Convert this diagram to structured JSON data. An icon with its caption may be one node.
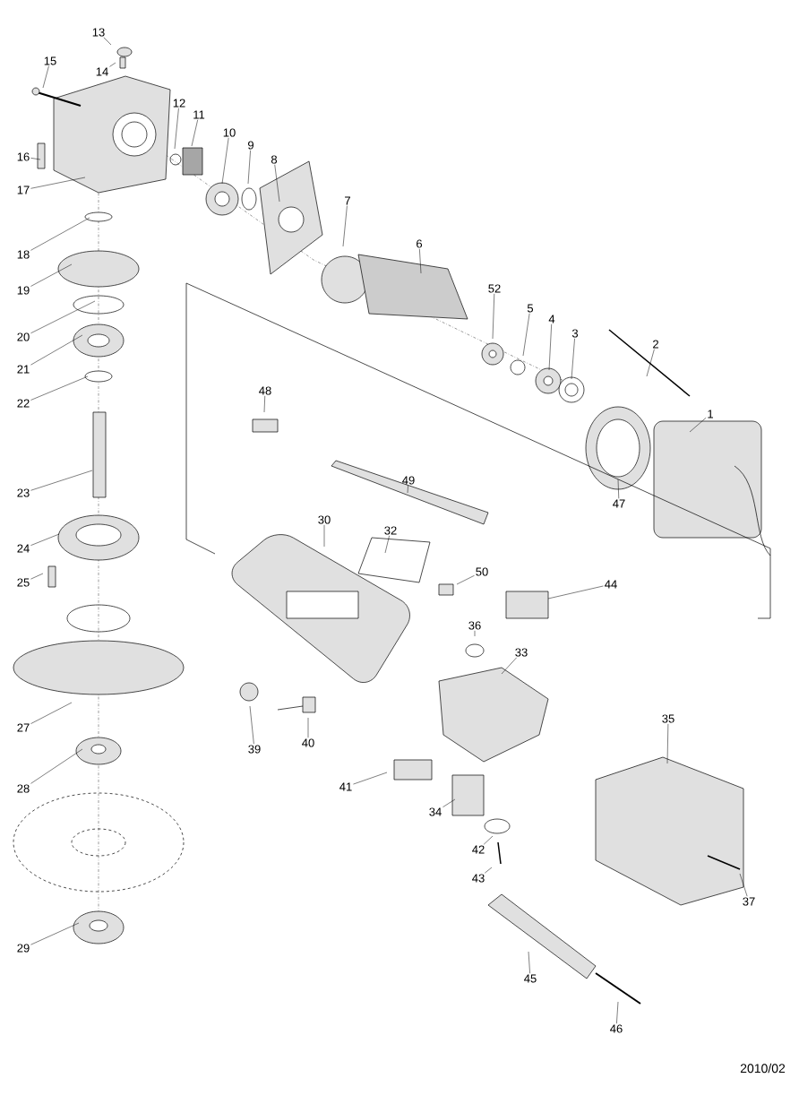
{
  "diagram": {
    "nodes": [
      {
        "text": [
          "13"
        ]
      },
      {
        "text": [
          "14"
        ]
      },
      {
        "text": [
          "15"
        ]
      },
      {
        "text": [
          "12"
        ]
      },
      {
        "text": [
          "11"
        ]
      },
      {
        "text": [
          "10"
        ]
      },
      {
        "text": [
          "9"
        ]
      },
      {
        "text": [
          "8"
        ]
      },
      {
        "text": [
          "7"
        ]
      },
      {
        "text": [
          "6"
        ]
      },
      {
        "text": [
          "52"
        ]
      },
      {
        "text": [
          "5"
        ]
      },
      {
        "text": [
          "4"
        ]
      },
      {
        "text": [
          "3"
        ]
      },
      {
        "text": [
          "2"
        ]
      },
      {
        "text": [
          "1"
        ]
      },
      {
        "text": [
          "47"
        ]
      },
      {
        "text": [
          "16"
        ]
      },
      {
        "text": [
          "17"
        ]
      },
      {
        "text": [
          "18"
        ]
      },
      {
        "text": [
          "19"
        ]
      },
      {
        "text": [
          "20"
        ]
      },
      {
        "text": [
          "21"
        ]
      },
      {
        "text": [
          "22"
        ]
      },
      {
        "text": [
          "23"
        ]
      },
      {
        "text": [
          "24"
        ]
      },
      {
        "text": [
          "25"
        ]
      },
      {
        "text": [
          "27"
        ]
      },
      {
        "text": [
          "28"
        ]
      },
      {
        "text": [
          "29"
        ]
      },
      {
        "text": [
          "48"
        ]
      },
      {
        "text": [
          "49"
        ]
      },
      {
        "text": [
          "30"
        ]
      },
      {
        "text": [
          "32"
        ]
      },
      {
        "text": [
          "50"
        ]
      },
      {
        "text": [
          "44"
        ]
      },
      {
        "text": [
          "36"
        ]
      },
      {
        "text": [
          "33"
        ]
      },
      {
        "text": [
          "35"
        ]
      },
      {
        "text": [
          "37"
        ]
      },
      {
        "text": [
          "39"
        ]
      },
      {
        "text": [
          "40"
        ]
      },
      {
        "text": [
          "41"
        ]
      },
      {
        "text": [
          "34"
        ]
      },
      {
        "text": [
          "42"
        ]
      },
      {
        "text": [
          "43"
        ]
      },
      {
        "text": [
          "45"
        ]
      },
      {
        "text": [
          "46"
        ]
      }
    ],
    "edges": [
      {
        "from": 0,
        "to": null,
        "arrow": "none"
      },
      {
        "from": 1,
        "to": null,
        "arrow": "none"
      },
      {
        "from": 2,
        "to": null,
        "arrow": "none"
      },
      {
        "from": 3,
        "to": null,
        "arrow": "none"
      },
      {
        "from": 4,
        "to": null,
        "arrow": "none"
      },
      {
        "from": 5,
        "to": null,
        "arrow": "none"
      },
      {
        "from": 6,
        "to": null,
        "arrow": "none"
      },
      {
        "from": 7,
        "to": null,
        "arrow": "none"
      },
      {
        "from": 8,
        "to": null,
        "arrow": "none"
      },
      {
        "from": 9,
        "to": null,
        "arrow": "none"
      },
      {
        "from": 10,
        "to": null,
        "arrow": "none"
      },
      {
        "from": 11,
        "to": null,
        "arrow": "none"
      },
      {
        "from": 12,
        "to": null,
        "arrow": "none"
      },
      {
        "from": 13,
        "to": null,
        "arrow": "none"
      },
      {
        "from": 14,
        "to": null,
        "arrow": "none"
      },
      {
        "from": 15,
        "to": null,
        "arrow": "none"
      },
      {
        "from": 16,
        "to": null,
        "arrow": "none"
      },
      {
        "from": 17,
        "to": null,
        "arrow": "none"
      },
      {
        "from": 18,
        "to": null,
        "arrow": "none"
      },
      {
        "from": 19,
        "to": null,
        "arrow": "none"
      },
      {
        "from": 20,
        "to": null,
        "arrow": "none"
      },
      {
        "from": 21,
        "to": null,
        "arrow": "none"
      },
      {
        "from": 22,
        "to": null,
        "arrow": "none"
      },
      {
        "from": 23,
        "to": null,
        "arrow": "none"
      },
      {
        "from": 24,
        "to": null,
        "arrow": "none"
      },
      {
        "from": 25,
        "to": null,
        "arrow": "none"
      },
      {
        "from": 26,
        "to": null,
        "arrow": "none"
      },
      {
        "from": 27,
        "to": null,
        "arrow": "none"
      },
      {
        "from": 28,
        "to": null,
        "arrow": "none"
      },
      {
        "from": 29,
        "to": null,
        "arrow": "none"
      },
      {
        "from": 30,
        "to": null,
        "arrow": "none"
      },
      {
        "from": 31,
        "to": null,
        "arrow": "none"
      },
      {
        "from": 32,
        "to": null,
        "arrow": "none"
      },
      {
        "from": 33,
        "to": null,
        "arrow": "none"
      },
      {
        "from": 34,
        "to": null,
        "arrow": "none"
      },
      {
        "from": 35,
        "to": null,
        "arrow": "none"
      },
      {
        "from": 36,
        "to": null,
        "arrow": "none"
      },
      {
        "from": 37,
        "to": null,
        "arrow": "none"
      },
      {
        "from": 38,
        "to": null,
        "arrow": "none"
      },
      {
        "from": 39,
        "to": null,
        "arrow": "none"
      },
      {
        "from": 40,
        "to": null,
        "arrow": "none"
      },
      {
        "from": 41,
        "to": null,
        "arrow": "none"
      },
      {
        "from": 42,
        "to": null,
        "arrow": "none"
      },
      {
        "from": 43,
        "to": null,
        "arrow": "none"
      },
      {
        "from": 44,
        "to": null,
        "arrow": "none"
      },
      {
        "from": 45,
        "to": null,
        "arrow": "none"
      },
      {
        "from": 46,
        "to": null,
        "arrow": "none"
      },
      {
        "from": 47,
        "to": null,
        "arrow": "none"
      }
    ],
    "labels": [
      "2010/02"
    ]
  }
}
